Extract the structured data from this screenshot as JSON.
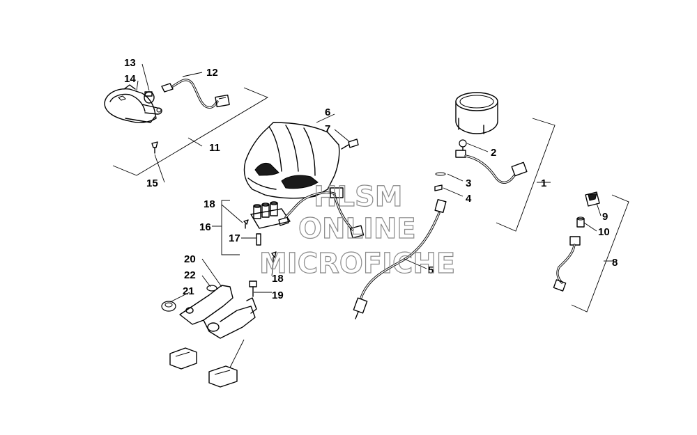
{
  "callouts": {
    "c1": "1",
    "c2": "2",
    "c3": "3",
    "c4": "4",
    "c5": "5",
    "c6": "6",
    "c7": "7",
    "c8": "8",
    "c9": "9",
    "c10": "10",
    "c11": "11",
    "c12": "12",
    "c13": "13",
    "c14": "14",
    "c15": "15",
    "c16": "16",
    "c17": "17",
    "c18a": "18",
    "c18b": "18",
    "c19": "19",
    "c20": "20",
    "c21": "21",
    "c22": "22"
  },
  "watermark": {
    "line1": "HLSM",
    "line2": "ONLINE",
    "line3": "MICROFICHE"
  }
}
